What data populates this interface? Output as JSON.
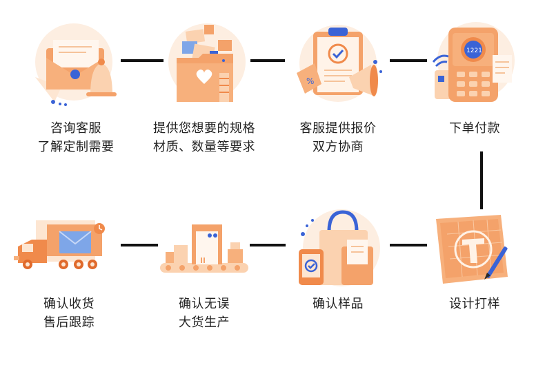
{
  "colors": {
    "accent_orange": "#f08a4b",
    "light_orange": "#fbd2b0",
    "pale_peach": "#fdeee1",
    "accent_blue": "#3a63d6",
    "connector": "#111111",
    "text": "#222222"
  },
  "steps": [
    {
      "icon": "envelope-bell-icon",
      "line1": "咨询客服",
      "line2": "了解定制需要"
    },
    {
      "icon": "folder-files-icon",
      "line1": "提供您想要的规格",
      "line2": "材质、数量等要求"
    },
    {
      "icon": "clipboard-megaphone-icon",
      "line1": "客服提供报价",
      "line2": "双方协商"
    },
    {
      "icon": "payment-terminal-icon",
      "line1": "下单付款",
      "line2": ""
    },
    {
      "icon": "design-drawing-pen-icon",
      "line1": "设计打样",
      "line2": ""
    },
    {
      "icon": "shopping-bag-phone-icon",
      "line1": "确认样品",
      "line2": ""
    },
    {
      "icon": "conveyor-production-icon",
      "line1": "确认无误",
      "line2": "大货生产"
    },
    {
      "icon": "delivery-truck-icon",
      "line1": "确认收货",
      "line2": "售后跟踪"
    }
  ]
}
